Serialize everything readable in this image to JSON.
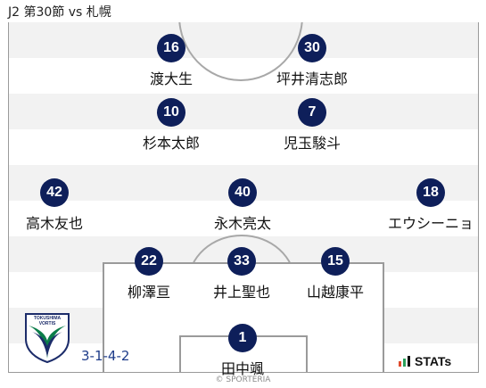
{
  "header": {
    "title": "J2 第30節 vs 札幌"
  },
  "formation": "3-1-4-2",
  "team_logo": {
    "name": "TOKUSHIMA VORTIS"
  },
  "brand": {
    "stats_label": "STATs"
  },
  "copyright": "© SPORTERIA",
  "colors": {
    "badge": "#0e1f5a",
    "formation_text": "#1f3d8a",
    "stripe": "#f2f2f2",
    "pitch_line": "#a8a8a8"
  },
  "players": [
    {
      "number": "16",
      "name": "渡大生"
    },
    {
      "number": "30",
      "name": "坪井清志郎"
    },
    {
      "number": "10",
      "name": "杉本太郎"
    },
    {
      "number": "7",
      "name": "児玉駿斗"
    },
    {
      "number": "42",
      "name": "高木友也"
    },
    {
      "number": "40",
      "name": "永木亮太"
    },
    {
      "number": "18",
      "name": "エウシーニョ"
    },
    {
      "number": "22",
      "name": "柳澤亘"
    },
    {
      "number": "33",
      "name": "井上聖也"
    },
    {
      "number": "15",
      "name": "山越康平"
    },
    {
      "number": "1",
      "name": "田中颯"
    }
  ]
}
